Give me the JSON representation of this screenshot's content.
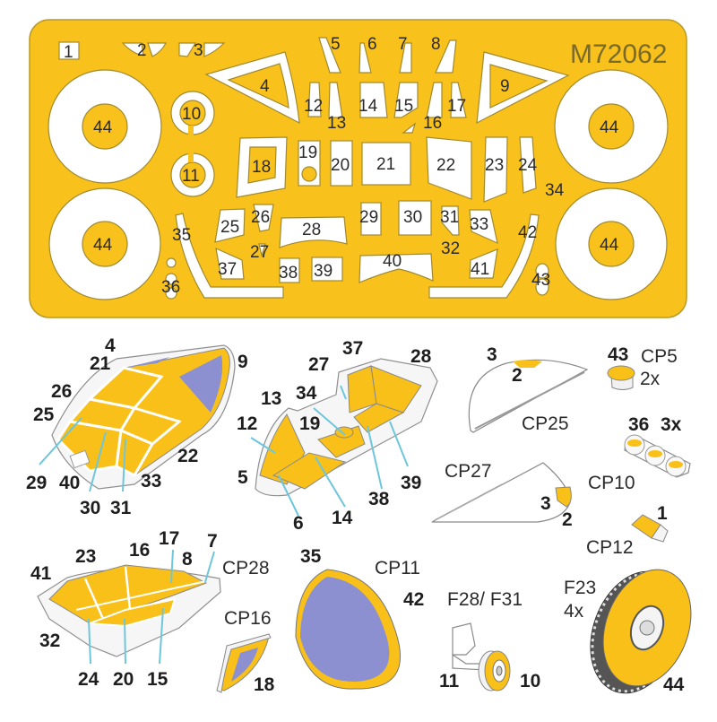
{
  "sheet": {
    "product_code": "M72062",
    "background_color": "#f9c11c",
    "mask_labels": [
      "1",
      "2",
      "3",
      "4",
      "5",
      "6",
      "7",
      "8",
      "9",
      "10",
      "11",
      "12",
      "13",
      "14",
      "15",
      "16",
      "17",
      "18",
      "19",
      "20",
      "21",
      "22",
      "23",
      "24",
      "25",
      "26",
      "27",
      "28",
      "29",
      "30",
      "31",
      "32",
      "33",
      "34",
      "35",
      "36",
      "37",
      "38",
      "39",
      "40",
      "41",
      "42",
      "43",
      "44",
      "44",
      "44",
      "44"
    ]
  },
  "diagrams": {
    "canopy_front": {
      "labels": [
        "4",
        "21",
        "9",
        "26",
        "25",
        "22",
        "29",
        "40",
        "33",
        "30",
        "31"
      ]
    },
    "cockpit_side": {
      "labels": [
        "37",
        "28",
        "27",
        "13",
        "34",
        "12",
        "19",
        "5",
        "38",
        "39",
        "6",
        "14"
      ]
    },
    "cp25": {
      "part": "CP25",
      "labels": [
        "3",
        "2"
      ]
    },
    "cp5": {
      "part": "CP5",
      "count": "2x",
      "label": "43"
    },
    "cp10": {
      "part": "CP10",
      "count": "3x",
      "label": "36"
    },
    "cp27": {
      "part": "CP27",
      "labels": [
        "3",
        "2"
      ]
    },
    "cp12": {
      "part": "CP12",
      "label": "1"
    },
    "cp28": {
      "part": "CP28",
      "labels": [
        "41",
        "23",
        "16",
        "17",
        "8",
        "7",
        "32",
        "24",
        "20",
        "15"
      ]
    },
    "cp16": {
      "part": "CP16",
      "label": "18"
    },
    "cp11": {
      "part": "CP11",
      "labels": [
        "35",
        "42"
      ]
    },
    "f28_f31": {
      "part": "F28/ F31",
      "labels": [
        "11",
        "10"
      ]
    },
    "f23": {
      "part": "F23",
      "count": "4x",
      "label": "44"
    }
  },
  "colors": {
    "mask_yellow": "#f9c11c",
    "tint_blue": "#8c8fd0",
    "leader_cyan": "#6ec6dc"
  }
}
